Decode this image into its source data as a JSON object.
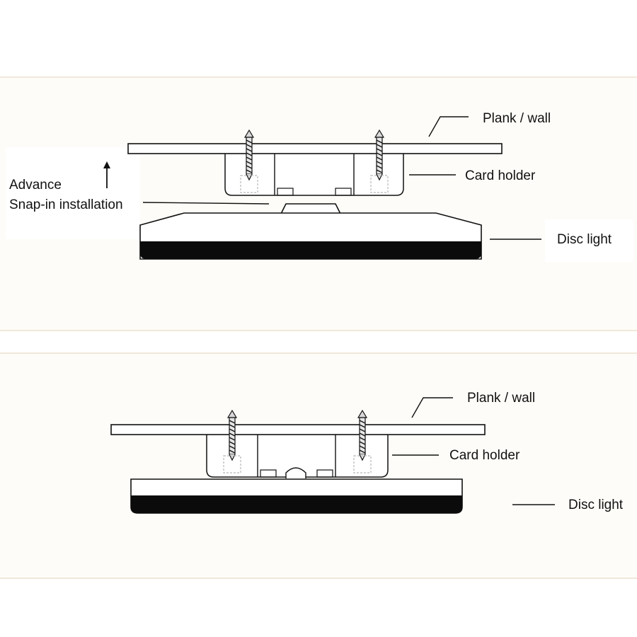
{
  "top_panel": {
    "plank_label": "Plank / wall",
    "holder_label": "Card holder",
    "light_label": "Disc light",
    "advance_label": "Advance",
    "snap_label": "Snap-in installation"
  },
  "bottom_panel": {
    "plank_label": "Plank / wall",
    "holder_label": "Card holder",
    "light_label": "Disc light"
  },
  "colors": {
    "panel_background": "#fefcf8",
    "panel_border": "#f1e8da",
    "line": "#111111",
    "screw_dashed": "#b8b8b8"
  },
  "icons": [
    "screw-icon",
    "arrow-up-icon"
  ]
}
